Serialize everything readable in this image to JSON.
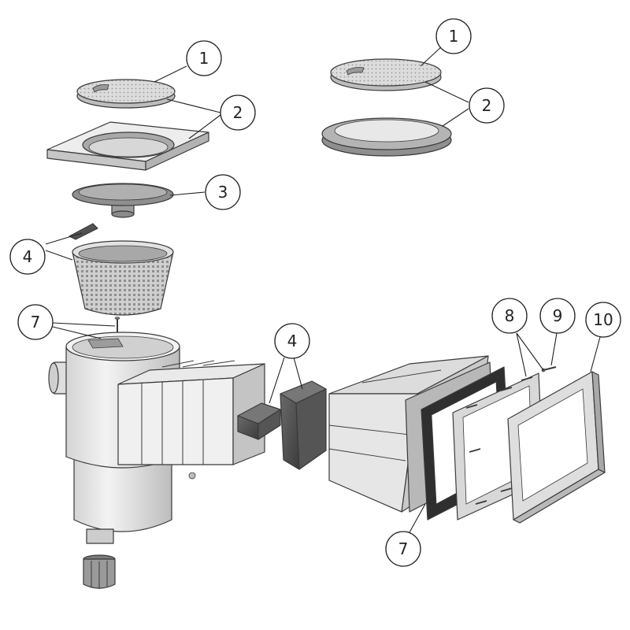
{
  "callouts": [
    {
      "id": "c1a",
      "label": "1"
    },
    {
      "id": "c2a",
      "label": "2"
    },
    {
      "id": "c3",
      "label": "3"
    },
    {
      "id": "c4a",
      "label": "4"
    },
    {
      "id": "c7a",
      "label": "7"
    },
    {
      "id": "c1b",
      "label": "1"
    },
    {
      "id": "c2b",
      "label": "2"
    },
    {
      "id": "c4b",
      "label": "4"
    },
    {
      "id": "c8",
      "label": "8"
    },
    {
      "id": "c9",
      "label": "9"
    },
    {
      "id": "c10",
      "label": "10"
    },
    {
      "id": "c7b",
      "label": "7"
    }
  ],
  "colors": {
    "part_light": "#e6e6e6",
    "part_mid": "#c9c9c9",
    "part_dark": "#8c8c8c",
    "part_darkest": "#4a4a4a",
    "outline": "#3a3a3a"
  }
}
